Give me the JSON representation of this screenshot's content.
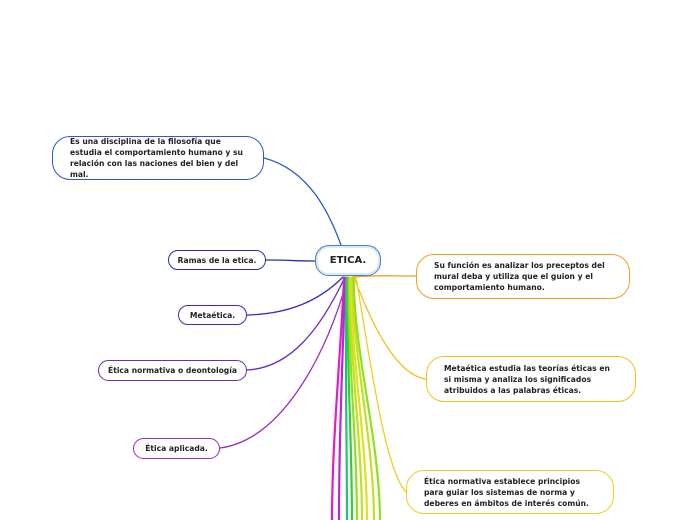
{
  "central_topic": "ETICA.",
  "left_topics": [
    {
      "text": "Es una disciplina de la filosofía que estudia el comportamiento humano y su relación con las naciones del bien y del mal.",
      "color": "#2b59c9"
    },
    {
      "text": "Ramas de la etica.",
      "color": "#2a2fb0"
    },
    {
      "text": "Metaética.",
      "color": "#3a2bbf"
    },
    {
      "text": "Ética normativa o deontología",
      "color": "#6a2bbf"
    },
    {
      "text": "Ética aplicada.",
      "color": "#9b2bbf"
    }
  ],
  "right_topics": [
    {
      "text": "Su función es analizar los preceptos del mural deba y utiliza que el guion y el comportamiento humano.",
      "color": "#f0a020"
    },
    {
      "text": "Metaética  estudia  las teorías éticas en si misma y analiza los significados atribuidos a las palabras éticas.",
      "color": "#f4c020"
    },
    {
      "text": "Ética normativa  establece principios para guiar los sistemas de norma y deberes en ámbitos de interés común.",
      "color": "#f0d020"
    }
  ],
  "offscreen_branch_colors": [
    "#e020c0",
    "#c020e0",
    "#30d030",
    "#90e020",
    "#c0e020",
    "#e0e020",
    "#20c080"
  ]
}
